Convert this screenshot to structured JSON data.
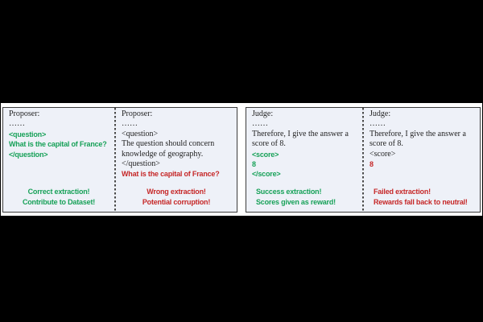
{
  "colors": {
    "background": "#000000",
    "band_background": "#ffffff",
    "panel_background": "#eef1f8",
    "panel_border": "#3c3c3c",
    "divider": "#4a4a4a",
    "success_green": "#17a158",
    "failure_red": "#c62828",
    "body_text": "#1f1f1f"
  },
  "proposer_success": {
    "role_label": "Proposer:",
    "ellipsis": "……",
    "open_tag": "<question>",
    "content": "What is the capital of France?",
    "close_tag": "</question>",
    "verdict_line1": "Correct extraction!",
    "verdict_line2": "Contribute to Dataset!"
  },
  "proposer_failure": {
    "role_label": "Proposer:",
    "ellipsis": "……",
    "open_tag": "<question>",
    "content_line1": "The question should concern",
    "content_line2": "knowledge of geography.",
    "close_tag": "</question>",
    "stray_text": "What is the capital of France?",
    "verdict_line1": "Wrong extraction!",
    "verdict_line2": "Potential corruption!"
  },
  "judge_success": {
    "role_label": "Judge:",
    "ellipsis": "……",
    "content_line1": "Therefore, I give the answer a",
    "content_line2": "score of 8.",
    "open_tag": "<score>",
    "score_value": "8",
    "close_tag": "</score>",
    "verdict_line1": "Success extraction!",
    "verdict_line2": "Scores given as reward!"
  },
  "judge_failure": {
    "role_label": "Judge:",
    "ellipsis": "……",
    "content_line1": "Therefore, I give the answer a",
    "content_line2": "score of 8.",
    "open_tag": "<score>",
    "score_value": "8",
    "verdict_line1": "Failed extraction!",
    "verdict_line2": "Rewards fall back to neutral!"
  }
}
